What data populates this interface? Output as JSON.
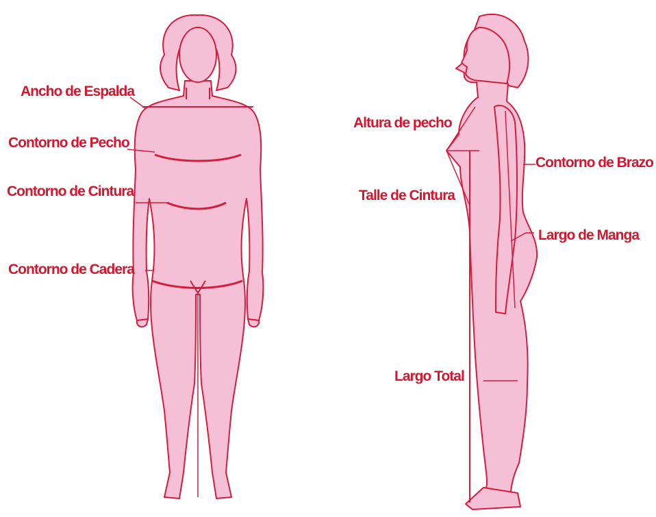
{
  "colors": {
    "background": "#ffffff",
    "body_fill": "#f5bfd6",
    "outline": "#d41c3c",
    "label": "#d6152e"
  },
  "front_view": {
    "labels": {
      "shoulder_width": "Ancho de Espalda",
      "bust": "Contorno de Pecho",
      "waist": "Contorno de Cintura",
      "hip": "Contorno de Cadera"
    }
  },
  "side_view": {
    "labels": {
      "bust_height": "Altura de pecho",
      "waist_length": "Talle de Cintura",
      "arm": "Contorno de Brazo",
      "sleeve_length": "Largo de Manga",
      "total_length": "Largo Total"
    }
  }
}
